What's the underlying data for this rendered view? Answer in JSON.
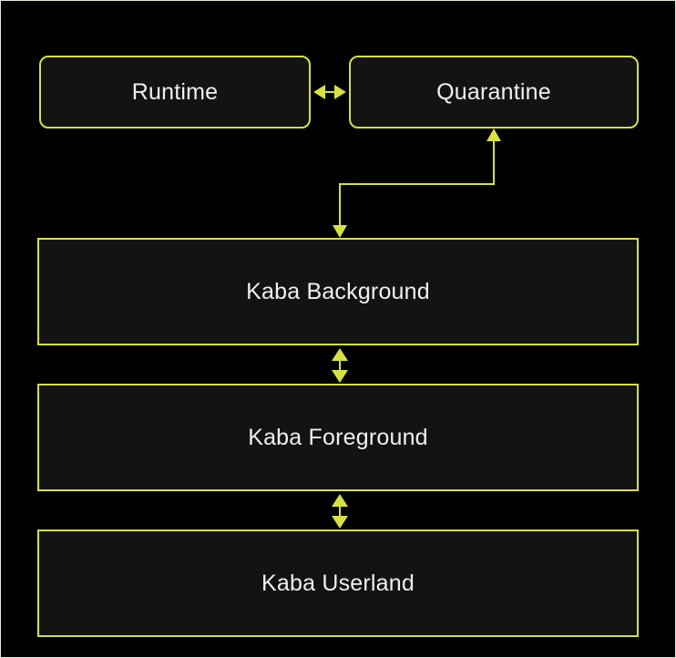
{
  "colors": {
    "background": "#000000",
    "frame": "#dcead9",
    "accent": "#d7e044",
    "node_fill": "#131313",
    "node_text": "#f0f0f0"
  },
  "nodes": {
    "runtime": {
      "label": "Runtime"
    },
    "quarantine": {
      "label": "Quarantine"
    },
    "kaba_background": {
      "label": "Kaba Background"
    },
    "kaba_foreground": {
      "label": "Kaba Foreground"
    },
    "kaba_userland": {
      "label": "Kaba Userland"
    }
  },
  "edges": [
    {
      "from": "Runtime",
      "to": "Quarantine",
      "arrows": "both",
      "shape": "straight-horizontal"
    },
    {
      "from": "Quarantine",
      "to": "Kaba Background",
      "arrows": "both",
      "shape": "step"
    },
    {
      "from": "Kaba Background",
      "to": "Kaba Foreground",
      "arrows": "both",
      "shape": "straight-vertical"
    },
    {
      "from": "Kaba Foreground",
      "to": "Kaba Userland",
      "arrows": "both",
      "shape": "straight-vertical"
    }
  ]
}
